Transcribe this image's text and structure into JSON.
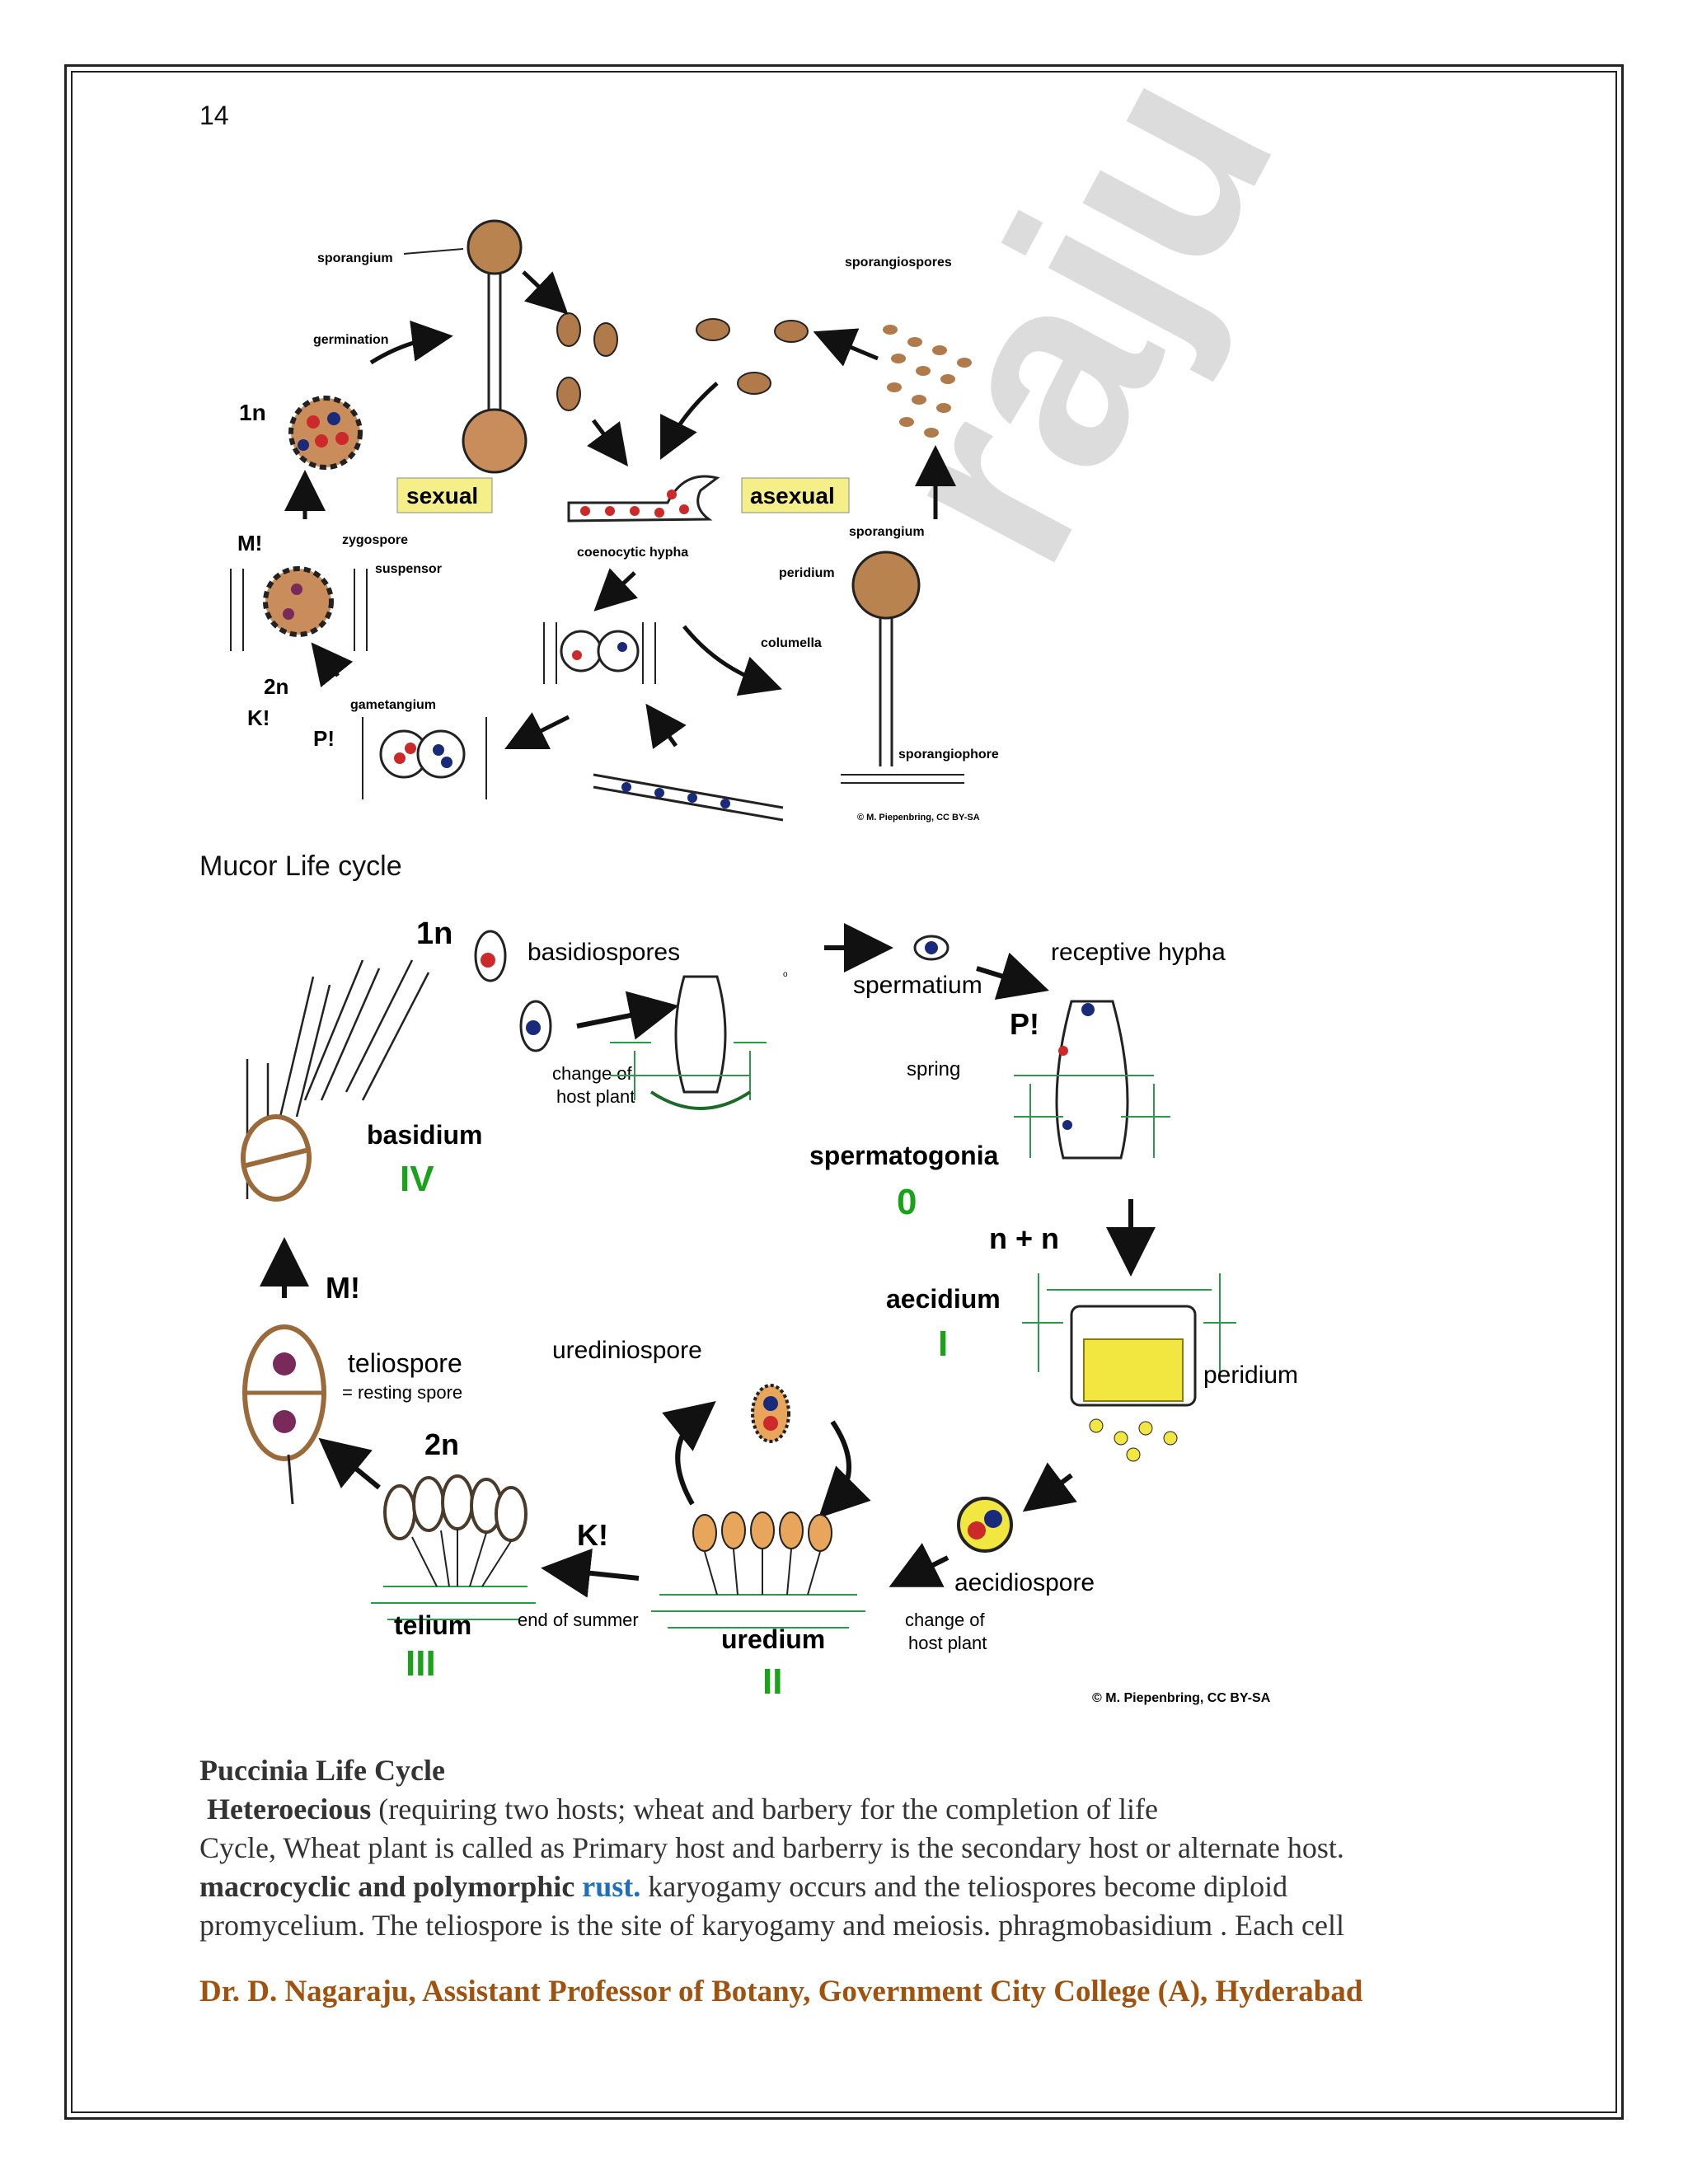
{
  "page": {
    "number": "14"
  },
  "mucor": {
    "caption": "Mucor Life cycle",
    "labels": {
      "sporangium": "sporangium",
      "germination": "germination",
      "n1": "1n",
      "sexual": "sexual",
      "asexual": "asexual",
      "m": "M!",
      "zygospore": "zygospore",
      "suspensor": "suspensor",
      "n2": "2n",
      "k": "K!",
      "p": "P!",
      "gametangium": "gametangium",
      "coenocytic": "coenocytic hypha",
      "sporangiospores": "sporangiospores",
      "sporangium2": "sporangium",
      "peridium": "peridium",
      "columella": "columella",
      "sporangiophore": "sporangiophore",
      "credit": "© M. Piepenbring, CC BY-SA"
    }
  },
  "puccinia": {
    "labels": {
      "n1": "1n",
      "basidiospores": "basidiospores",
      "spermatium": "spermatium",
      "receptive": "receptive hypha",
      "p": "P!",
      "change1a": "change of",
      "change1b": "host plant",
      "spring": "spring",
      "basidium": "basidium",
      "iv": "IV",
      "spermatogonia": "spermatogonia",
      "zero": "0",
      "nn": "n + n",
      "m": "M!",
      "aecidium": "aecidium",
      "i": "I",
      "teliospore": "teliospore",
      "resting": "= resting spore",
      "urediniospore": "urediniospore",
      "peridium": "peridium",
      "n2": "2n",
      "k": "K!",
      "aecidiospore": "aecidiospore",
      "telium": "telium",
      "end": "end of summer",
      "uredium": "uredium",
      "change2a": "change of",
      "change2b": "host plant",
      "iii": "III",
      "ii": "II",
      "credit": "© M. Piepenbring, CC BY-SA"
    }
  },
  "watermark": "raju",
  "text": {
    "heading": "Puccinia Life Cycle",
    "l1_bold": "Heteroecious",
    "l1_rest": " (requiring two hosts; wheat and barbery for the completion of life",
    "l2": "Cycle, Wheat plant is called as Primary host and barberry is the secondary host or alternate host.",
    "l3_bold": "macrocyclic and polymorphic",
    "l3_link": "rust.",
    "l3_rest": " karyogamy occurs and the teliospores become diploid",
    "l4": "promycelium. The teliospore is the site of karyogamy and meiosis. phragmobasidium . Each cell"
  },
  "footer": "Dr. D. Nagaraju, Assistant Professor of Botany, Government City College (A), Hyderabad",
  "colors": {
    "footer": "#a0520f",
    "link": "#1f6fbf",
    "green": "#1aa21a",
    "brown": "#b07a4a"
  }
}
